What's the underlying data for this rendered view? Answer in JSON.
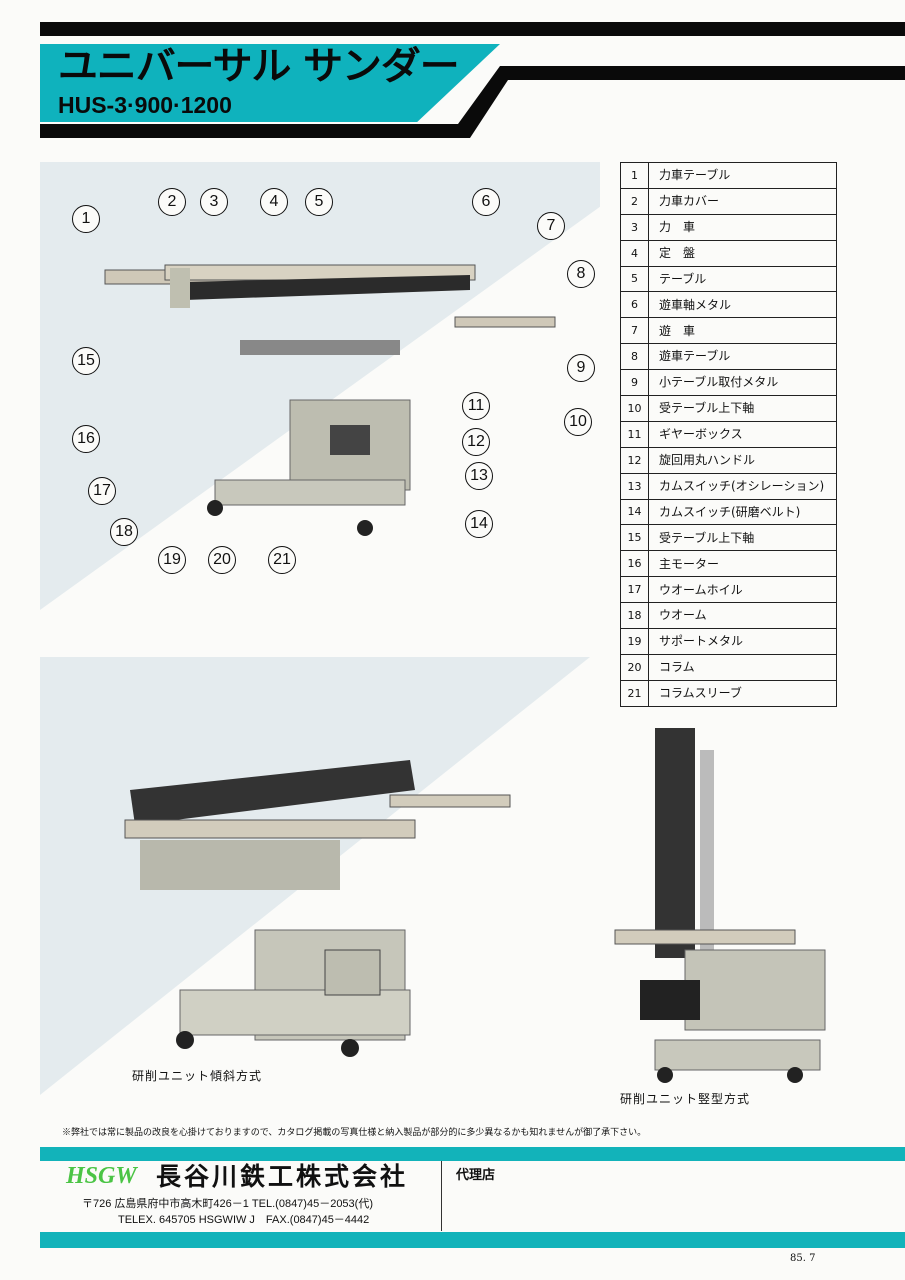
{
  "header": {
    "title": "ユニバーサル サンダー",
    "model": "HUS-3·900·1200"
  },
  "callouts": [
    "1",
    "2",
    "3",
    "4",
    "5",
    "6",
    "7",
    "8",
    "9",
    "10",
    "11",
    "12",
    "13",
    "14",
    "15",
    "16",
    "17",
    "18",
    "19",
    "20",
    "21"
  ],
  "parts": [
    {
      "no": "1",
      "name": "力車テーブル"
    },
    {
      "no": "2",
      "name": "力車カバー"
    },
    {
      "no": "3",
      "name": "力　車"
    },
    {
      "no": "4",
      "name": "定　盤"
    },
    {
      "no": "5",
      "name": "テーブル"
    },
    {
      "no": "6",
      "name": "遊車軸メタル"
    },
    {
      "no": "7",
      "name": "遊　車"
    },
    {
      "no": "8",
      "name": "遊車テーブル"
    },
    {
      "no": "9",
      "name": "小テーブル取付メタル"
    },
    {
      "no": "10",
      "name": "受テーブル上下軸"
    },
    {
      "no": "11",
      "name": "ギヤーボックス"
    },
    {
      "no": "12",
      "name": "旋回用丸ハンドル"
    },
    {
      "no": "13",
      "name": "カムスイッチ(オシレーション)"
    },
    {
      "no": "14",
      "name": "カムスイッチ(研磨ベルト)"
    },
    {
      "no": "15",
      "name": "受テーブル上下軸"
    },
    {
      "no": "16",
      "name": "主モーター"
    },
    {
      "no": "17",
      "name": "ウオームホイル"
    },
    {
      "no": "18",
      "name": "ウオーム"
    },
    {
      "no": "19",
      "name": "サポートメタル"
    },
    {
      "no": "20",
      "name": "コラム"
    },
    {
      "no": "21",
      "name": "コラムスリーブ"
    }
  ],
  "captions": {
    "tilt": "研削ユニット傾斜方式",
    "vertical": "研削ユニット竪型方式"
  },
  "notice": "※弊社では常に製品の改良を心掛けておりますので、カタログ掲載の写真仕様と納入製品が部分的に多少異なるかも知れませんが御了承下さい。",
  "footer": {
    "logo": "HSGW",
    "company": "長谷川鉄工株式会社",
    "address": "〒726 広島県府中市高木町426－1 TEL.(0847)45－2053(代)",
    "telex": "TELEX. 645705 HSGWIW J　FAX.(0847)45－4442",
    "agent": "代理店",
    "date": "85. 7"
  }
}
